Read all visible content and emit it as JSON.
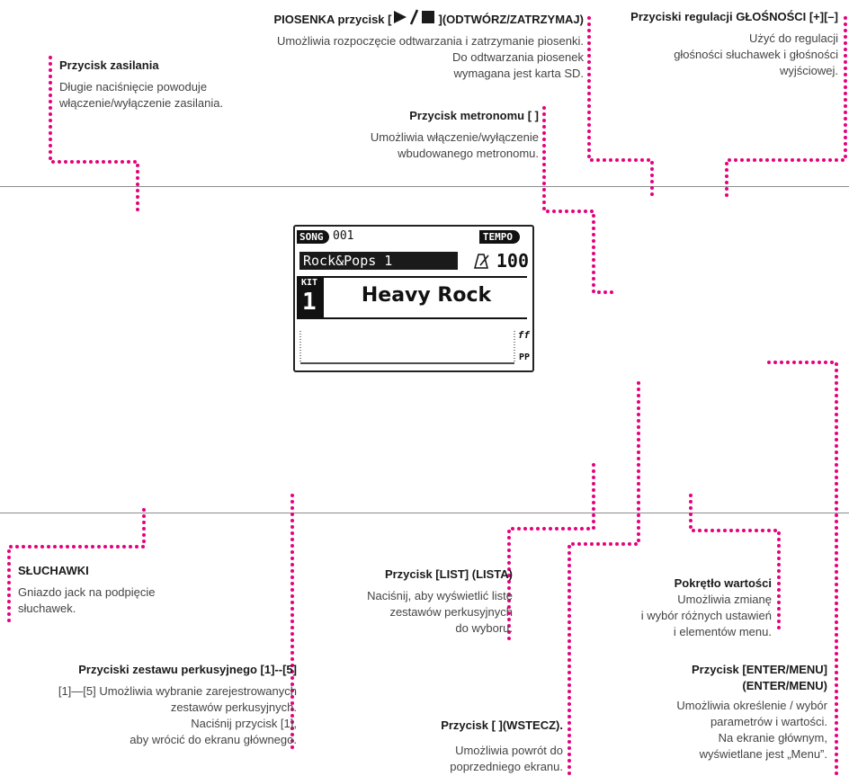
{
  "labels": {
    "power": {
      "title": "Przycisk zasilania",
      "desc": [
        "Długie naciśnięcie powoduje",
        "włączenie/wyłączenie zasilania."
      ]
    },
    "song": {
      "title_prefix": "PIOSENKA przycisk [",
      "title_suffix": "](ODTWÓRZ/ZATRZYMAJ)",
      "desc": [
        "Umożliwia rozpoczęcie odtwarzania i zatrzymanie piosenki.",
        "Do odtwarzania piosenek",
        "wymagana jest karta SD."
      ]
    },
    "volume": {
      "title": "Przyciski regulacji GŁOŚNOŚCI [+][–]",
      "desc": [
        "Użyć do regulacji",
        "głośności słuchawek i głośności",
        "wyjściowej."
      ]
    },
    "metronome": {
      "title": "Przycisk metronomu [     ]",
      "desc": [
        "Umożliwia włączenie/wyłączenie",
        "wbudowanego metronomu."
      ]
    },
    "headphones": {
      "title": "SŁUCHAWKI",
      "desc": [
        "Gniazdo jack na podpięcie",
        "słuchawek."
      ]
    },
    "list": {
      "title": "Przycisk [LIST] (LISTA)",
      "desc": [
        "Naciśnij, aby wyświetlić listę",
        "zestawów perkusyjnych",
        "do wyboru."
      ]
    },
    "dial": {
      "title": "Pokrętło wartości",
      "desc": [
        "Umożliwia zmianę",
        "i wybór różnych ustawień",
        "i elementów menu."
      ]
    },
    "kits": {
      "title": "Przyciski zestawu perkusyjnego [1]--[5]",
      "desc": [
        "[1]—[5] Umożliwia wybranie zarejestrowanych",
        "zestawów perkusyjnych.",
        "Naciśnij przycisk [1],",
        "aby wrócić do ekranu głównego."
      ]
    },
    "enter": {
      "title": "Przycisk [ENTER/MENU]",
      "title2": "(ENTER/MENU)",
      "desc": [
        "Umożliwia określenie / wybór",
        "parametrów i wartości.",
        "Na ekranie głównym,",
        "wyświetlane jest „Menu”."
      ]
    },
    "back": {
      "title": "Przycisk [        ](WSTECZ).",
      "desc": [
        "Umożliwia powrót do",
        "poprzedniego ekranu."
      ]
    }
  },
  "lcd": {
    "song_tag": "SONG",
    "song_number": "001",
    "tempo_tag": "TEMPO",
    "song_name": "Rock&Pops 1",
    "tempo_value": "100",
    "kit_tag": "KIT",
    "kit_number": "1",
    "kit_name": "Heavy Rock",
    "level_high": "ff",
    "level_low": "PP"
  },
  "colors": {
    "accent": "#e6007e",
    "line": "#8c8c8c"
  }
}
